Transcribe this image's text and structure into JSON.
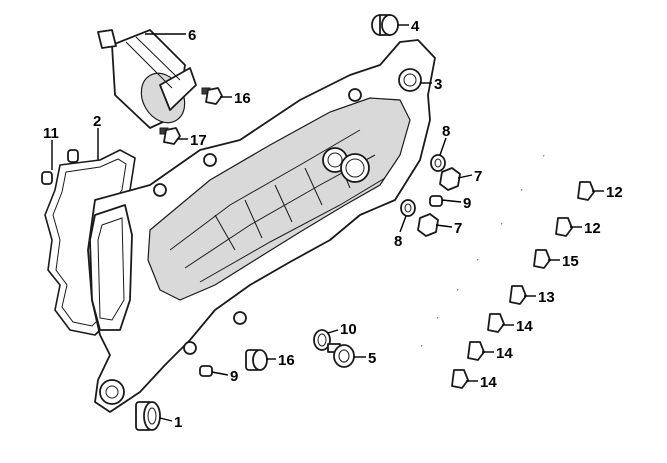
{
  "callouts": [
    {
      "id": "c1",
      "label": "1"
    },
    {
      "id": "c2",
      "label": "2"
    },
    {
      "id": "c3",
      "label": "3"
    },
    {
      "id": "c4",
      "label": "4"
    },
    {
      "id": "c5",
      "label": "5"
    },
    {
      "id": "c6",
      "label": "6"
    },
    {
      "id": "c7a",
      "label": "7"
    },
    {
      "id": "c7b",
      "label": "7"
    },
    {
      "id": "c8a",
      "label": "8"
    },
    {
      "id": "c8b",
      "label": "8"
    },
    {
      "id": "c9a",
      "label": "9"
    },
    {
      "id": "c9b",
      "label": "9"
    },
    {
      "id": "c10",
      "label": "10"
    },
    {
      "id": "c11",
      "label": "11"
    },
    {
      "id": "c12a",
      "label": "12"
    },
    {
      "id": "c12b",
      "label": "12"
    },
    {
      "id": "c13",
      "label": "13"
    },
    {
      "id": "c14a",
      "label": "14"
    },
    {
      "id": "c14b",
      "label": "14"
    },
    {
      "id": "c14c",
      "label": "14"
    },
    {
      "id": "c15",
      "label": "15"
    },
    {
      "id": "c16a",
      "label": "16"
    },
    {
      "id": "c16b",
      "label": "16"
    },
    {
      "id": "c17",
      "label": "17"
    }
  ]
}
